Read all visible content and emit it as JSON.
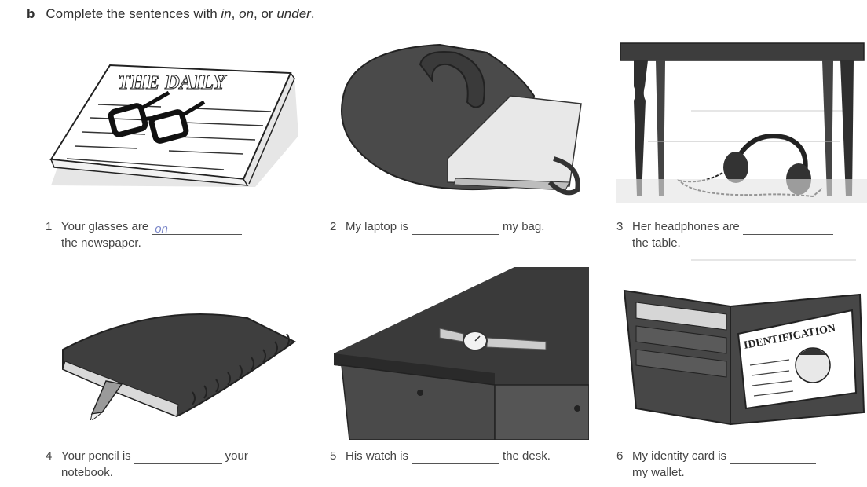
{
  "instruction": {
    "label": "b",
    "text_prefix": "Complete the sentences with",
    "opt1": "in",
    "opt2": "on",
    "opt3": "under",
    "sep": ", ",
    "or_word": ", or ",
    "end": "."
  },
  "illustrations": {
    "newspaper_masthead": "THE DAILY",
    "id_card_title": "IDENTIFICATION"
  },
  "items": [
    {
      "num": "1",
      "before": "Your glasses are",
      "answer": "on",
      "after": "",
      "line2": "the newspaper."
    },
    {
      "num": "2",
      "before": "My laptop is",
      "answer": "",
      "after": "my bag.",
      "line2": ""
    },
    {
      "num": "3",
      "before": "Her headphones are",
      "answer": "",
      "after": "",
      "line2": "the table."
    },
    {
      "num": "4",
      "before": "Your pencil is",
      "answer": "",
      "after": "your",
      "line2": "notebook."
    },
    {
      "num": "5",
      "before": "His watch is",
      "answer": "",
      "after": "the desk.",
      "line2": ""
    },
    {
      "num": "6",
      "before": "My identity card is",
      "answer": "",
      "after": "",
      "line2": "my wallet."
    }
  ]
}
